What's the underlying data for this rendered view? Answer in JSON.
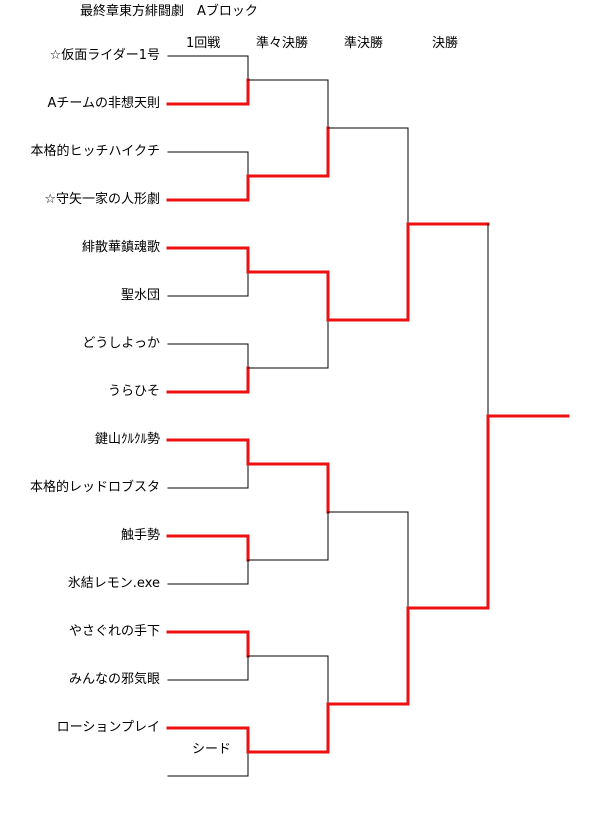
{
  "title": "最終章東方緋闘劇　Aブロック",
  "rounds": [
    "1回戦",
    "準々決勝",
    "準決勝",
    "決勝"
  ],
  "teams": [
    "☆仮面ライダー1号",
    "Aチームの非想天則",
    "本格的ヒッチハイクチ",
    "☆守矢一家の人形劇",
    "緋散華鎮魂歌",
    "聖水団",
    "どうしよっか",
    "うらひそ",
    "鍵山ｸﾙｸﾙ勢",
    "本格的レッドロブスタ",
    "触手勢",
    "氷結レモン.exe",
    "やさぐれの手下",
    "みんなの邪気眼",
    "ローションプレイ"
  ],
  "seed_label": "シード",
  "colors": {
    "win": "#ee1111",
    "line": "#000000"
  }
}
